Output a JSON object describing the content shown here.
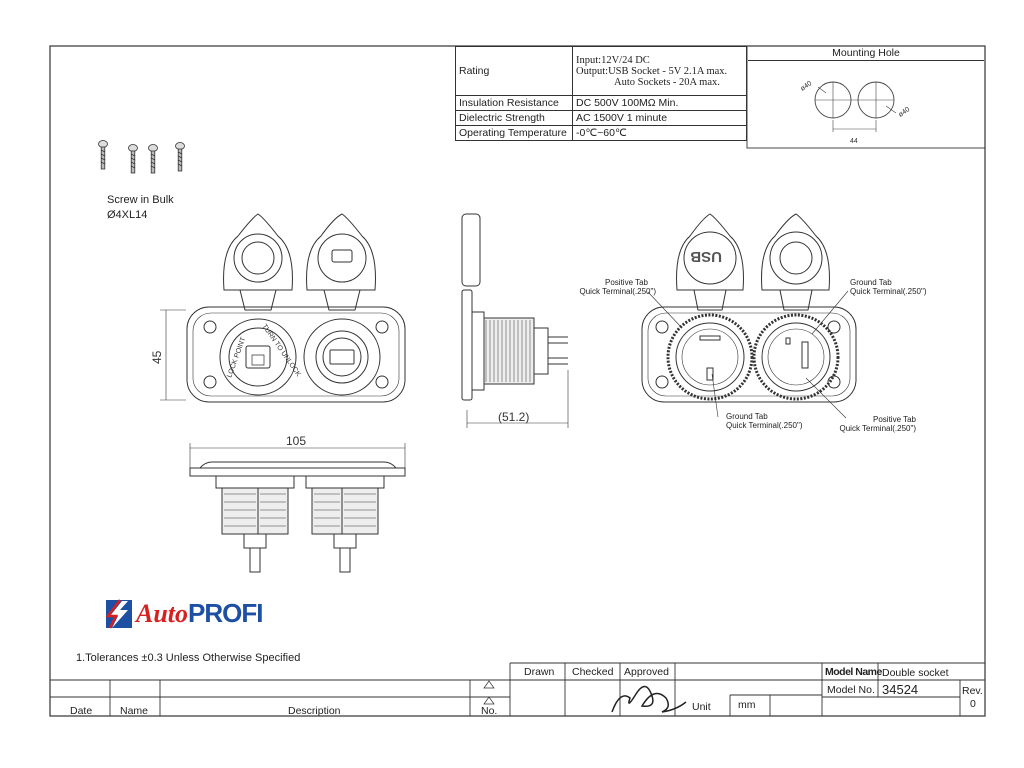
{
  "spec_table": {
    "rating_label": "Rating",
    "rating_lines": [
      "Input:12V/24 DC",
      "Output:USB Socket -  5V 2.1A max.",
      "Auto Sockets -  20A max."
    ],
    "insulation_label": "Insulation Resistance",
    "insulation_value": "DC 500V 100MΩ Min.",
    "dielectric_label": "Dielectric Strength",
    "dielectric_value": "AC 1500V 1 minute",
    "temperature_label": "Operating Temperature",
    "temperature_value": "-0℃~60℃"
  },
  "mounting_hole": {
    "title": "Mounting Hole",
    "dia_left": "ø40",
    "dia_right": "ø40",
    "spacing": "44"
  },
  "screws": {
    "title": "Screw in Bulk",
    "spec": "Ø4XL14"
  },
  "front_view": {
    "height_dim": "45",
    "lock_text": "LOCK POINT",
    "unlock_text": "TURN TO UNLOCK"
  },
  "side_view": {
    "depth_dim": "(51.2)"
  },
  "bottom_view": {
    "width_dim": "105"
  },
  "rear_view": {
    "usb_cap": "USB",
    "callouts": [
      {
        "line1": "Positive Tab",
        "line2": "Quick Terminal(.250\")"
      },
      {
        "line1": "Ground Tab",
        "line2": "Quick Terminal(.250\")"
      },
      {
        "line1": "Ground Tab",
        "line2": "Quick Terminal(.250\")"
      },
      {
        "line1": "Positive Tab",
        "line2": "Quick Terminal(.250\")"
      }
    ]
  },
  "logo": {
    "text_auto": "Auto",
    "text_profi": "PROFI",
    "color_red": "#d7201f",
    "color_blue": "#1d4fa3"
  },
  "note": "1.Tolerances ±0.3 Unless Otherwise Specified",
  "title_block": {
    "drawn": "Drawn",
    "checked": "Checked",
    "approved": "Approved",
    "unit_label": "Unit",
    "unit_value": "mm",
    "model_name_label": "Model Name",
    "model_name_value": "Double socket",
    "model_no_label": "Model No.",
    "model_no_value": "34524",
    "rev_label": "Rev.",
    "rev_value": "0",
    "revision_headers": {
      "date": "Date",
      "name": "Name",
      "description": "Description",
      "no": "No."
    }
  }
}
